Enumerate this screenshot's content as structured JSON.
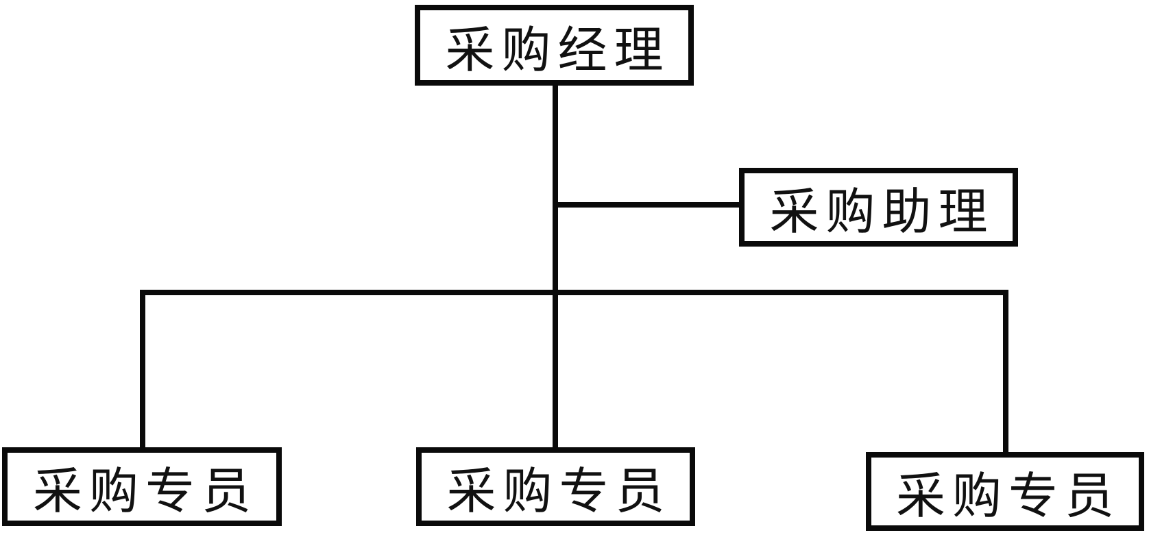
{
  "diagram": {
    "type": "org-chart",
    "nodes": {
      "manager": {
        "label": "采购经理",
        "role": "root"
      },
      "assistant": {
        "label": "采购助理",
        "role": "staff-branch-of-manager"
      },
      "specialist1": {
        "label": "采购专员",
        "role": "child-of-manager"
      },
      "specialist2": {
        "label": "采购专员",
        "role": "child-of-manager"
      },
      "specialist3": {
        "label": "采购专员",
        "role": "child-of-manager"
      }
    },
    "edges": [
      {
        "from": "manager",
        "to": "assistant"
      },
      {
        "from": "manager",
        "to": "specialist1"
      },
      {
        "from": "manager",
        "to": "specialist2"
      },
      {
        "from": "manager",
        "to": "specialist3"
      }
    ],
    "colors": {
      "line": "#0a0a0a",
      "border": "#0a0a0a",
      "text": "#111111",
      "background": "#ffffff"
    }
  }
}
